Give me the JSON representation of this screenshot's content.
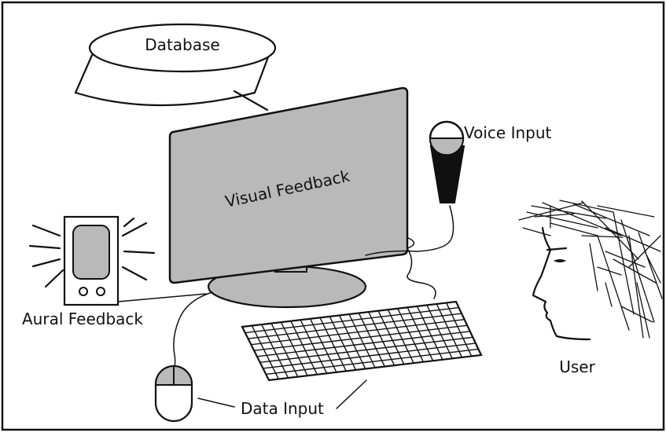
{
  "labels": {
    "database": "Database",
    "visual_feedback": "Visual Feedback",
    "voice_input": "Voice Input",
    "aural_feedback": "Aural Feedback",
    "user": "User",
    "data_input": "Data Input"
  },
  "colors": {
    "outline": "#111111",
    "screen_fill": "#b9b9b9",
    "background": "#ffffff"
  }
}
